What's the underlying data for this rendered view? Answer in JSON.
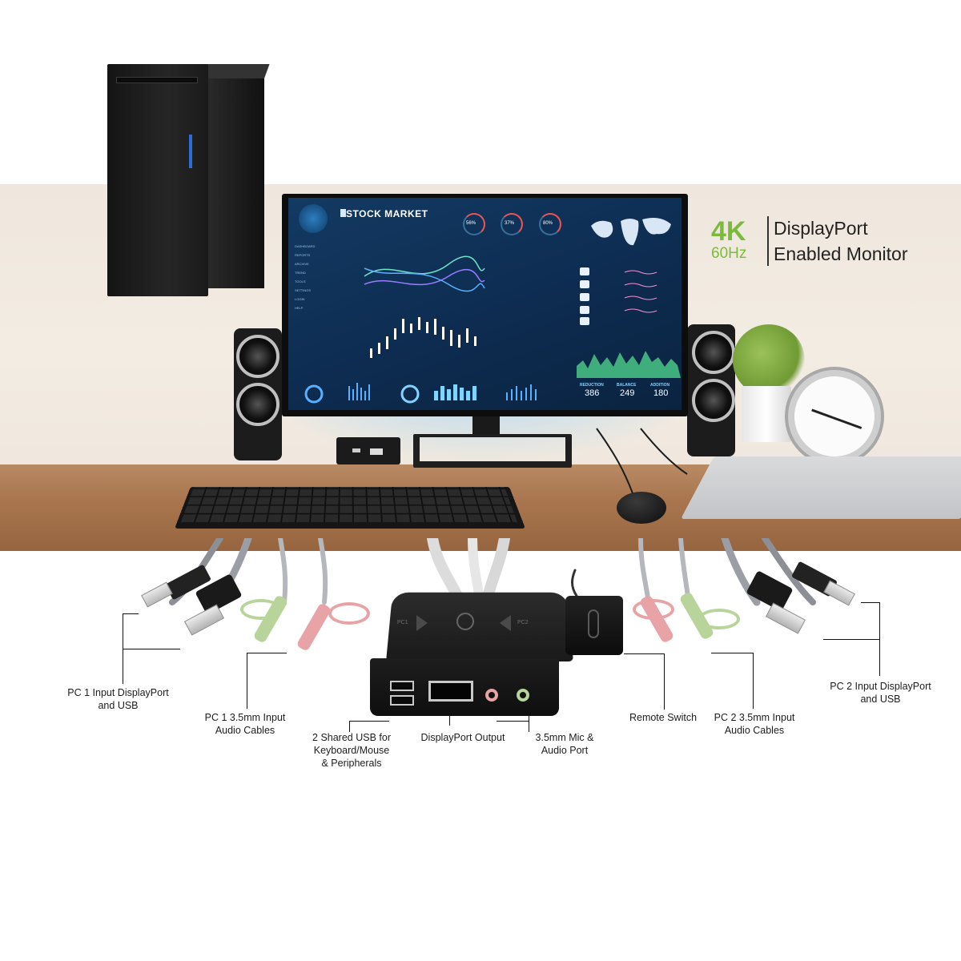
{
  "headline": {
    "resolution": "4K",
    "refresh": "60Hz",
    "line1": "DisplayPort",
    "line2": "Enabled Monitor"
  },
  "screen": {
    "title": "STOCK MARKET",
    "sidebar": [
      "DASHBOARD",
      "REPORTS",
      "ARCHIVE",
      "TREND",
      "TOOLS",
      "SETTINGS",
      "LOGIN",
      "HELP"
    ],
    "gauges": [
      "56%",
      "37%",
      "80%"
    ],
    "stats": [
      {
        "label": "REDUCTION",
        "value": "386"
      },
      {
        "label": "BALANCE",
        "value": "249"
      },
      {
        "label": "ADDITION",
        "value": "180"
      }
    ]
  },
  "device": {
    "pc1_tag": "PC1",
    "pc2_tag": "PC2"
  },
  "labels": {
    "pc1_input": [
      "PC 1 Input DisplayPort",
      "and USB"
    ],
    "pc1_audio": [
      "PC 1 3.5mm Input",
      "Audio Cables"
    ],
    "shared_usb": [
      "2 Shared USB for",
      "Keyboard/Mouse",
      "& Peripherals"
    ],
    "dp_output": [
      "DisplayPort Output"
    ],
    "mic_audio": [
      "3.5mm Mic &",
      "Audio Port"
    ],
    "remote": [
      "Remote Switch"
    ],
    "pc2_audio": [
      "PC 2 3.5mm Input",
      "Audio Cables"
    ],
    "pc2_input": [
      "PC 2 Input DisplayPort",
      "and USB"
    ]
  },
  "colors": {
    "accent_green": "#7bbb3c",
    "mic_pink": "#e8a3a6",
    "audio_green": "#b8d49a"
  }
}
